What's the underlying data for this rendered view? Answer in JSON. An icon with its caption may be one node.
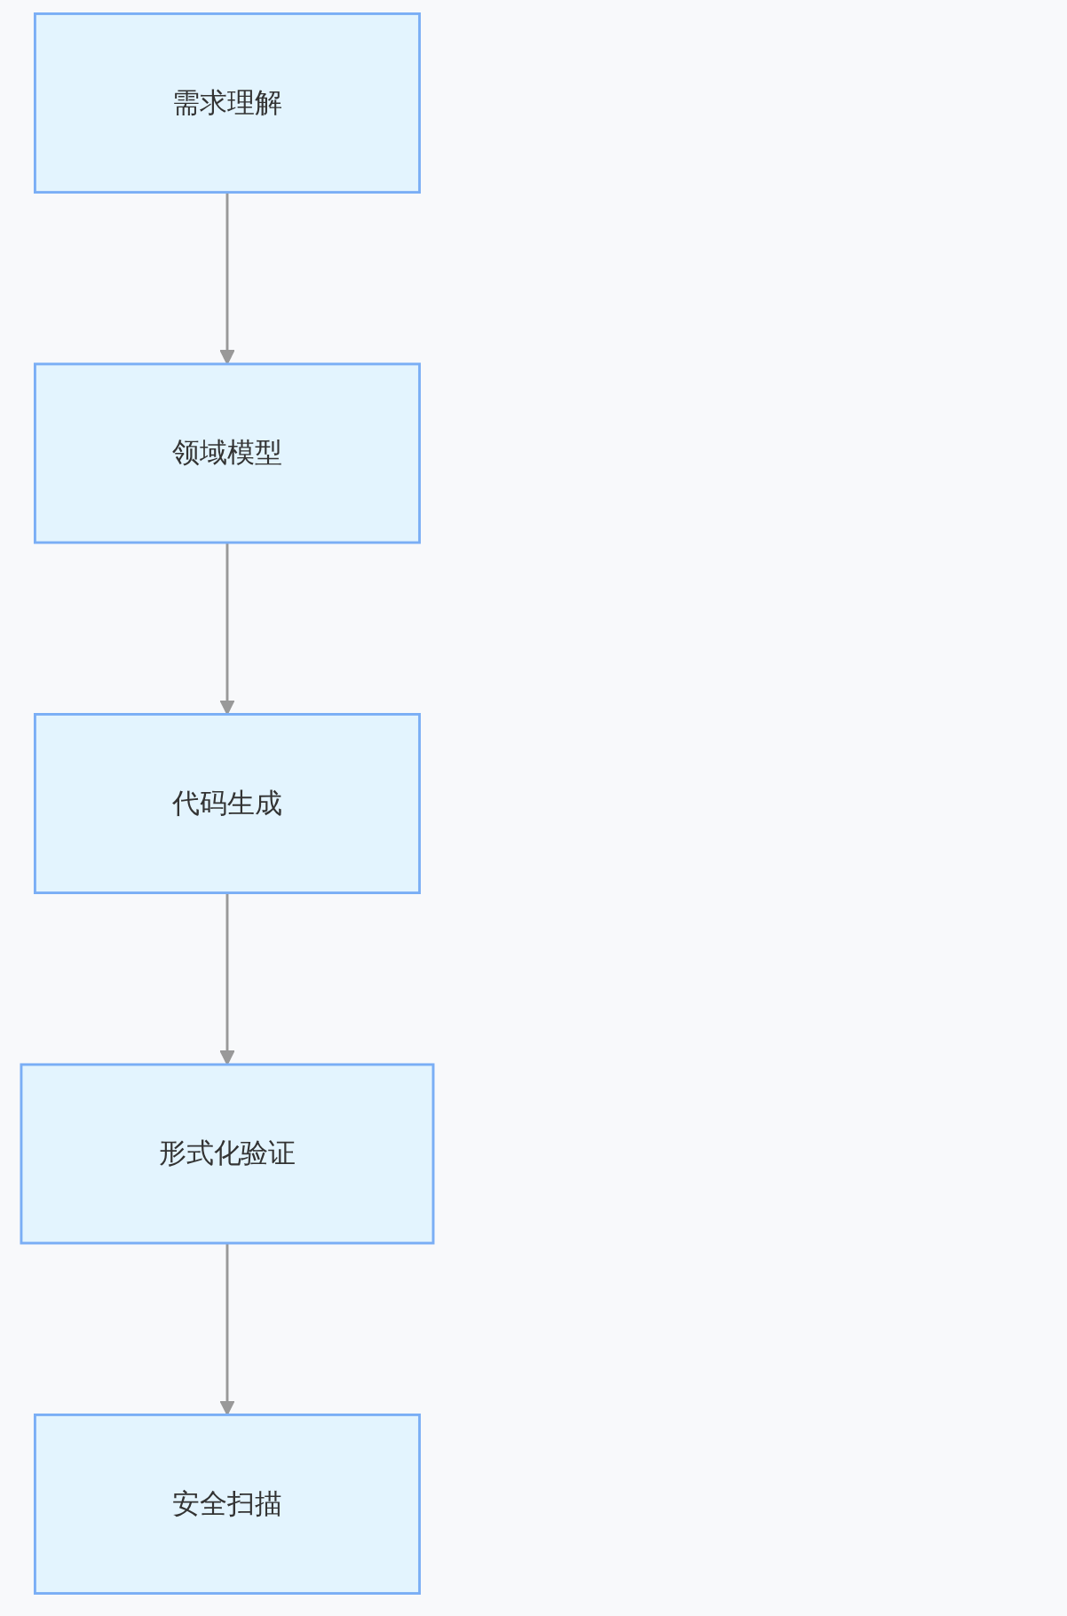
{
  "diagram": {
    "nodes": [
      {
        "text": [
          "需求理解"
        ]
      },
      {
        "text": [
          "领域模型"
        ]
      },
      {
        "text": [
          "代码生成"
        ]
      },
      {
        "text": [
          "形式化验证"
        ]
      },
      {
        "text": [
          "安全扫描"
        ]
      }
    ],
    "edges": [
      {
        "from": 0,
        "to": 1,
        "arrow": "to"
      },
      {
        "from": 1,
        "to": 2,
        "arrow": "to"
      },
      {
        "from": 2,
        "to": 3,
        "arrow": "to"
      },
      {
        "from": 3,
        "to": 4,
        "arrow": "to"
      }
    ]
  }
}
